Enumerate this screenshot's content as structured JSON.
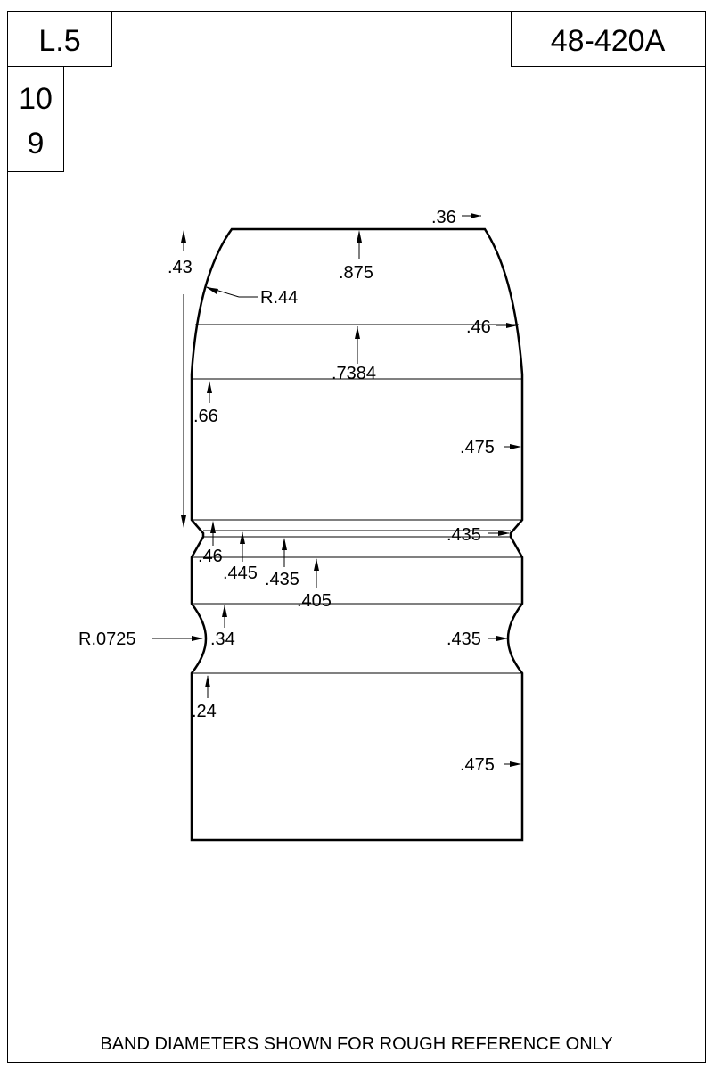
{
  "title_block": {
    "length_code": "L.5",
    "part_number": "48-420A",
    "cavity_top": "10",
    "cavity_bottom": "9"
  },
  "dimensions": {
    "nose_flat": ".36",
    "nose_length": ".43",
    "nose_diameter": ".875",
    "ogive_radius": "R.44",
    "ogive_band_diameter": ".46",
    "upper_band_step": ".7384",
    "body_length": ".66",
    "upper_body_diameter": ".475",
    "groove1_diameter": ".435",
    "step_46": ".46",
    "step_445": ".445",
    "step_435": ".435",
    "step_405": ".405",
    "lube_groove_radius": "R.0725",
    "lube_groove_depth": ".34",
    "lube_groove_diameter": ".435",
    "base_length": ".24",
    "base_diameter": ".475"
  },
  "footer": {
    "note": "BAND DIAMETERS SHOWN FOR ROUGH REFERENCE ONLY"
  },
  "colors": {
    "line": "#000000",
    "background": "#ffffff"
  }
}
